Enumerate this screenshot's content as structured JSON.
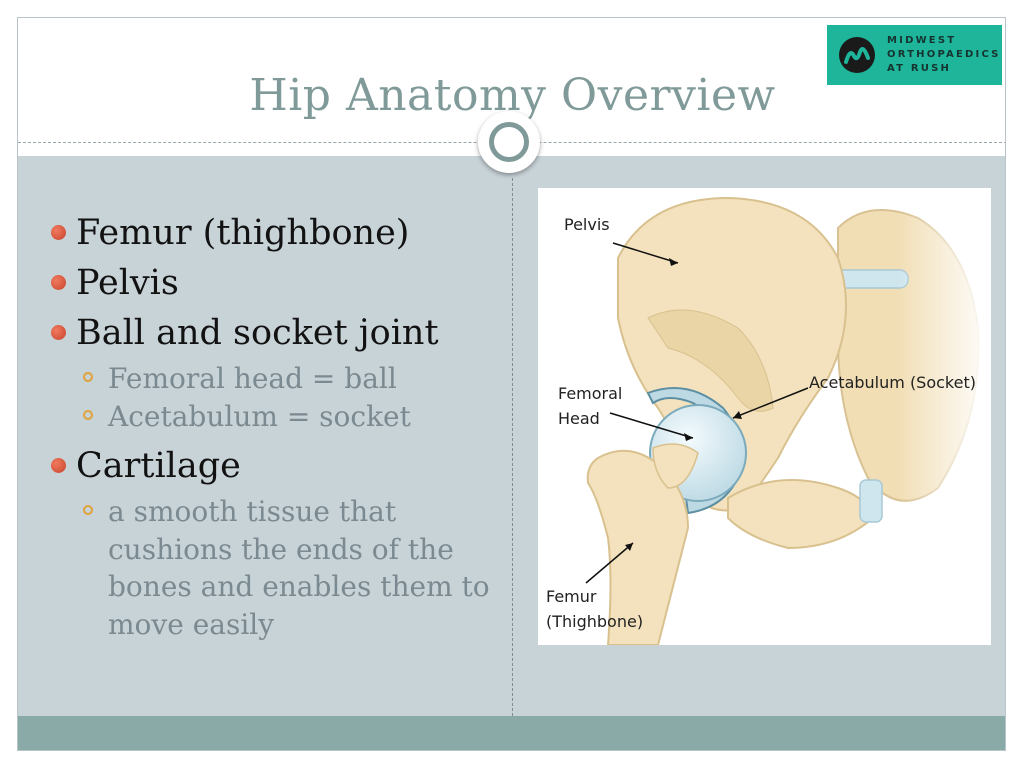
{
  "slide": {
    "title": "Hip Anatomy Overview",
    "logo": {
      "lines": [
        "MIDWEST",
        "ORTHOPAEDICS",
        "AT RUSH"
      ],
      "color": "#1eb59b"
    }
  },
  "bullets": [
    {
      "text": "Femur (thighbone)",
      "sub": []
    },
    {
      "text": "Pelvis",
      "sub": []
    },
    {
      "text": "Ball and socket joint",
      "sub": [
        "Femoral head = ball",
        "Acetabulum = socket"
      ]
    },
    {
      "text": "Cartilage",
      "sub": [
        "a smooth tissue that cushions the ends of the bones and enables them to move easily"
      ]
    }
  ],
  "figure": {
    "labels": {
      "pelvis": "Pelvis",
      "femoral_head_1": "Femoral",
      "femoral_head_2": "Head",
      "acetabulum": "Acetabulum (Socket)",
      "femur_1": "Femur",
      "femur_2": "(Thighbone)"
    }
  },
  "colors": {
    "title": "#7f9a98",
    "content_band": "#c8d3d8",
    "footer_band": "#8aaaa8",
    "bullet_dot": "#d9553a",
    "sub_bullet": "#e0a23a",
    "bone": "#f3e2bd",
    "cartilage": "#cfe6ee"
  }
}
